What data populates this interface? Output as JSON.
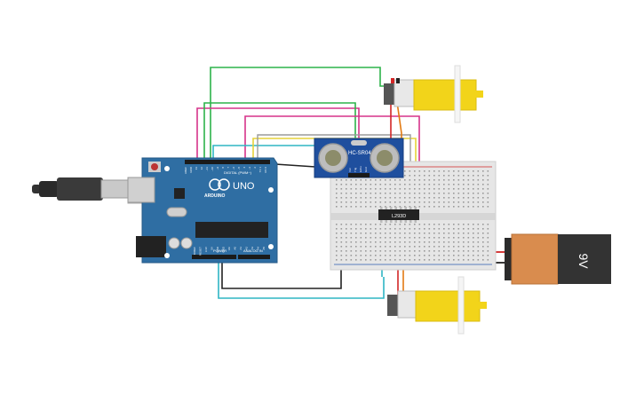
{
  "arduino": {
    "model": "UNO",
    "brand": "ARDUINO",
    "digital_header": "DIGITAL (PWM~)",
    "power_header": "POWER",
    "analog_header": "ANALOG IN",
    "pin_labels": [
      "AREF",
      "GND",
      "13",
      "12",
      "~11",
      "~10",
      "~9",
      "8",
      "7",
      "~6",
      "~5",
      "4",
      "~3",
      "2",
      "TX 1",
      "RX 0"
    ],
    "power_pins": [
      "IOREF",
      "RESET",
      "3.3V",
      "5V",
      "GND",
      "GND",
      "Vin"
    ],
    "analog_pins": [
      "A0",
      "A1",
      "A2",
      "A3",
      "A4",
      "A5"
    ]
  },
  "sensor": {
    "label": "HC-SR04",
    "pins": [
      "Vcc",
      "Trig",
      "Echo",
      "Gnd"
    ]
  },
  "driver": {
    "label": "L293D"
  },
  "battery": {
    "label": "9V"
  },
  "colors": {
    "board": "#2f6ea3",
    "sensor": "#1f4f9e",
    "motor": "#f2d41a",
    "battery_body": "#d98c4e",
    "battery_cap": "#333333",
    "wire_green": "#2db34a",
    "wire_magenta": "#d6338a",
    "wire_cyan": "#2fb6c4",
    "wire_yellow": "#e6d23a",
    "wire_black": "#222222",
    "wire_red": "#d22626",
    "wire_orange": "#e27a12",
    "wire_gray": "#9a9a9a"
  },
  "icons": {
    "usb_cable": "usb-cable-icon",
    "dc_motor": "dc-motor-icon",
    "battery": "battery-9v-icon"
  }
}
